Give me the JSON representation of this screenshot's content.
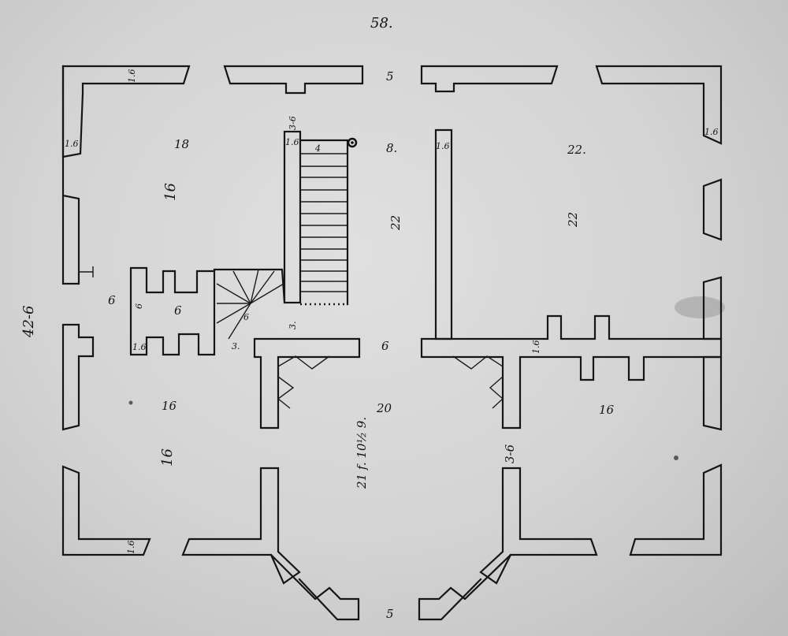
{
  "page_number": "58.",
  "overall_depth": "42-6",
  "labels": {
    "rm_nw_18": "18",
    "rm_nw_16": "16",
    "rm_ne_22_top": "22.",
    "rm_ne_22_mid": "22",
    "rm_sw_16_a": "16",
    "rm_sw_16_b": "16",
    "rm_se_16": "16",
    "hall_8": "8.",
    "hall_22": "22",
    "hall_6": "6",
    "hall_20": "20",
    "hall_5_top": "5",
    "hall_5_bottom": "5",
    "hall_diag": "21 f. 10½ 9.",
    "stair_4": "4",
    "stair_36": "3-6",
    "stair_16": "1.6",
    "stair_3": "3.",
    "closet_6_a": "6",
    "closet_6_b": "6",
    "closet_6_c": "6",
    "closet_6_d": "6",
    "closet_16": "1.6",
    "closet_3": "3.",
    "wall_16_nw_top": "1.6",
    "wall_16_nw_side": "1.6",
    "wall_16_ne_left": "1.6",
    "wall_16_ne_right": "1.6",
    "wall_16_mid": "1.6",
    "wall_16_sw_bottom": "1.6",
    "wall_36_se": "3-6"
  }
}
